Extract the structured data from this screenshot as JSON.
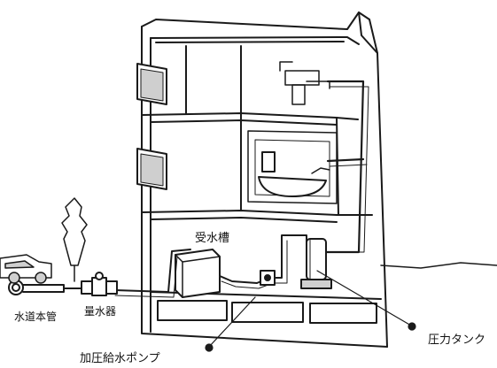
{
  "labels": {
    "receiving_tank": "受水槽",
    "water_main": "水道本管",
    "water_meter": "量水器",
    "booster_pump": "加圧給水ポンプ",
    "pressure_tank": "圧力タンク"
  },
  "colors": {
    "line": "#1a1a1a",
    "fill": "#ffffff",
    "shade": "#cfcfcf"
  }
}
